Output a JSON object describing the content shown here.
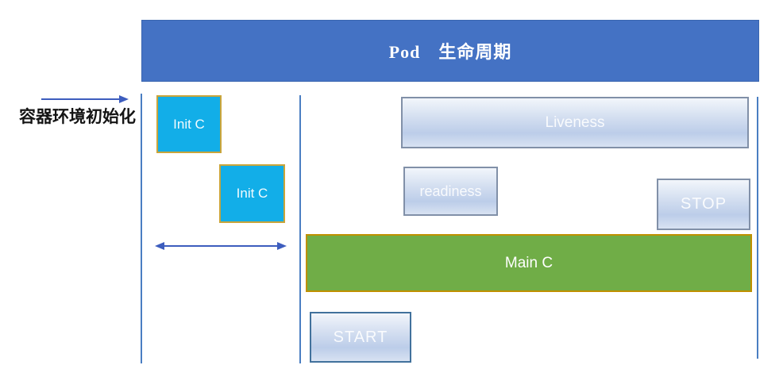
{
  "diagram": {
    "title": "Pod　生命周期",
    "annotation": "容器环境初始化",
    "init_containers": [
      {
        "label": "Init C"
      },
      {
        "label": "Init C"
      }
    ],
    "liveness_label": "Liveness",
    "readiness_label": "readiness",
    "stop_label": "STOP",
    "start_label": "START",
    "main_label": "Main C"
  },
  "colors": {
    "banner_fill": "#4472c4",
    "banner_text": "#ffffff",
    "annotation_text": "#141414",
    "boundary_line": "#4a7ec2",
    "arrow": "#3d5dbe",
    "init_fill": "#12aee8",
    "init_border": "#c9a53b",
    "probe_fill_top": "#f2f6fb",
    "probe_fill_bottom": "#bccde9",
    "probe_border": "#8190a8",
    "start_border": "#41719c",
    "main_fill": "#70ad47",
    "main_border": "#bf9000"
  }
}
